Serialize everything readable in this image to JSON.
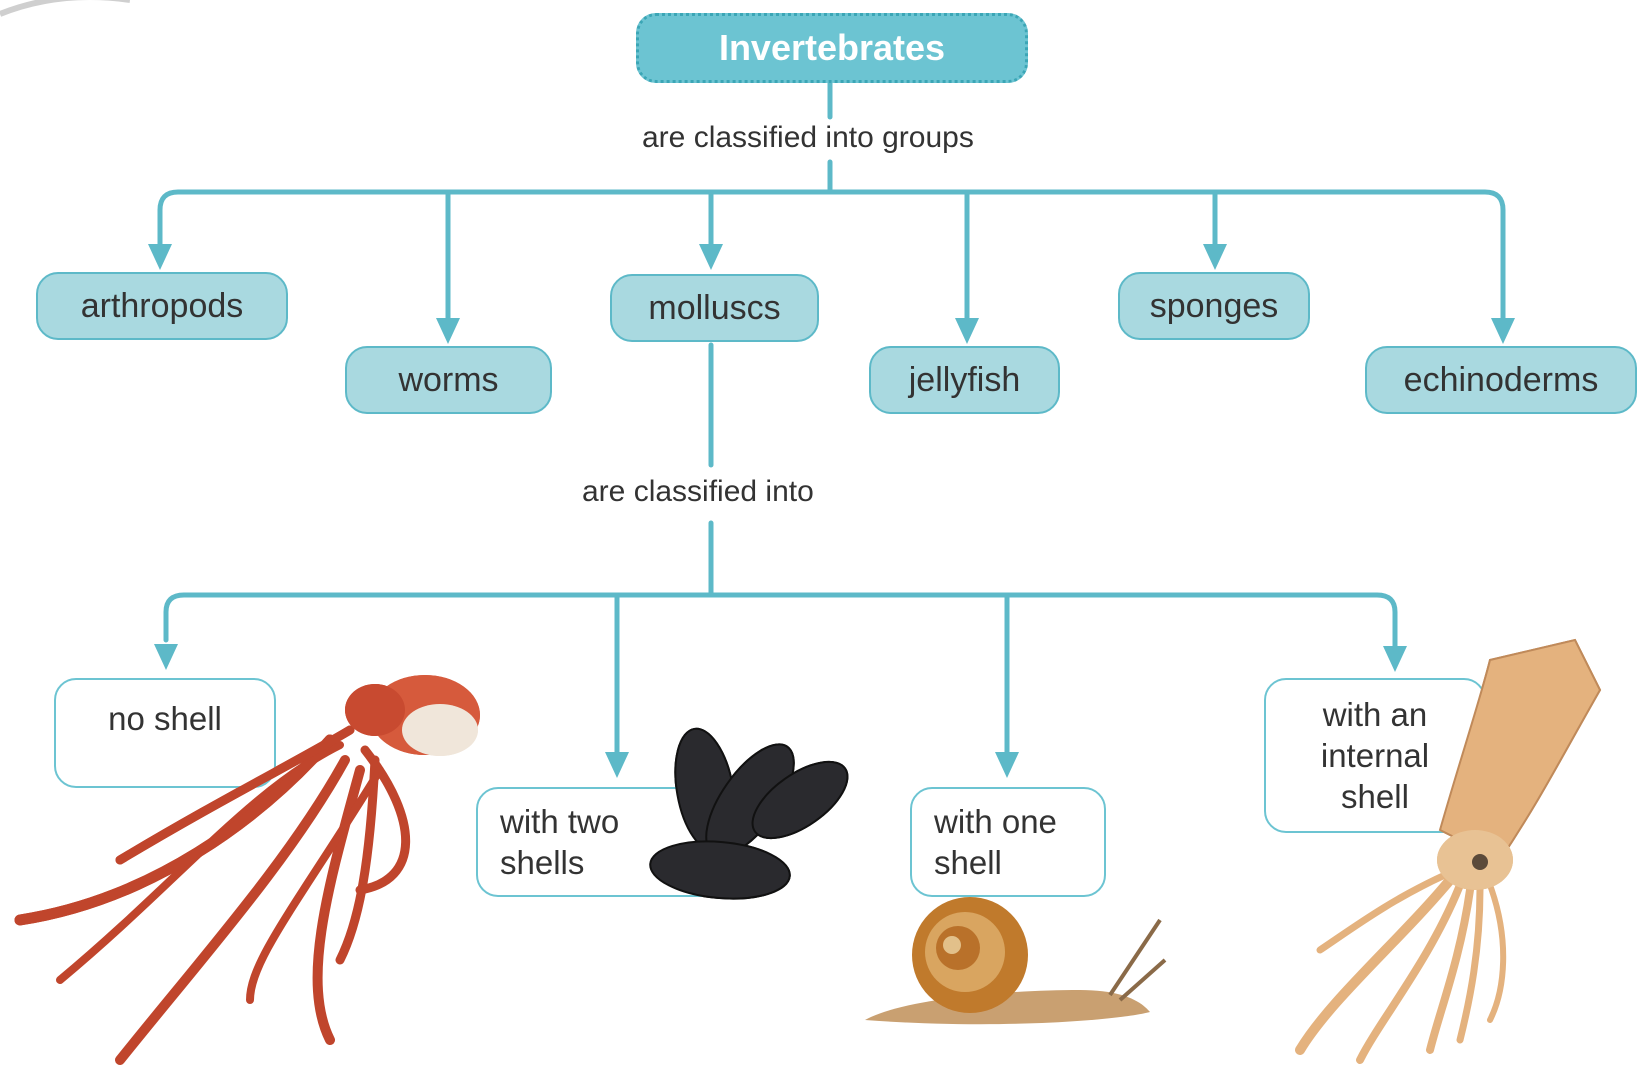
{
  "root": {
    "label": "Invertebrates"
  },
  "link_labels": {
    "groups": "are classified into groups",
    "molluscs": "are classified into"
  },
  "groups": [
    {
      "id": "arthropods",
      "label": "arthropods"
    },
    {
      "id": "worms",
      "label": "worms"
    },
    {
      "id": "molluscs",
      "label": "molluscs"
    },
    {
      "id": "jellyfish",
      "label": "jellyfish"
    },
    {
      "id": "sponges",
      "label": "sponges"
    },
    {
      "id": "echinoderms",
      "label": "echinoderms"
    }
  ],
  "mollusc_types": [
    {
      "id": "no-shell",
      "label": "no shell",
      "animal": "octopus"
    },
    {
      "id": "two-shells",
      "label": "with two\nshells",
      "animal": "mussels"
    },
    {
      "id": "one-shell",
      "label": "with one\nshell",
      "animal": "snail"
    },
    {
      "id": "internal-shell",
      "label": "with an\ninternal\nshell",
      "animal": "squid"
    }
  ],
  "colors": {
    "line": "#5db9c8",
    "group_fill": "#a9d9e0",
    "root_fill": "#6cc4d2",
    "text": "#333333"
  }
}
